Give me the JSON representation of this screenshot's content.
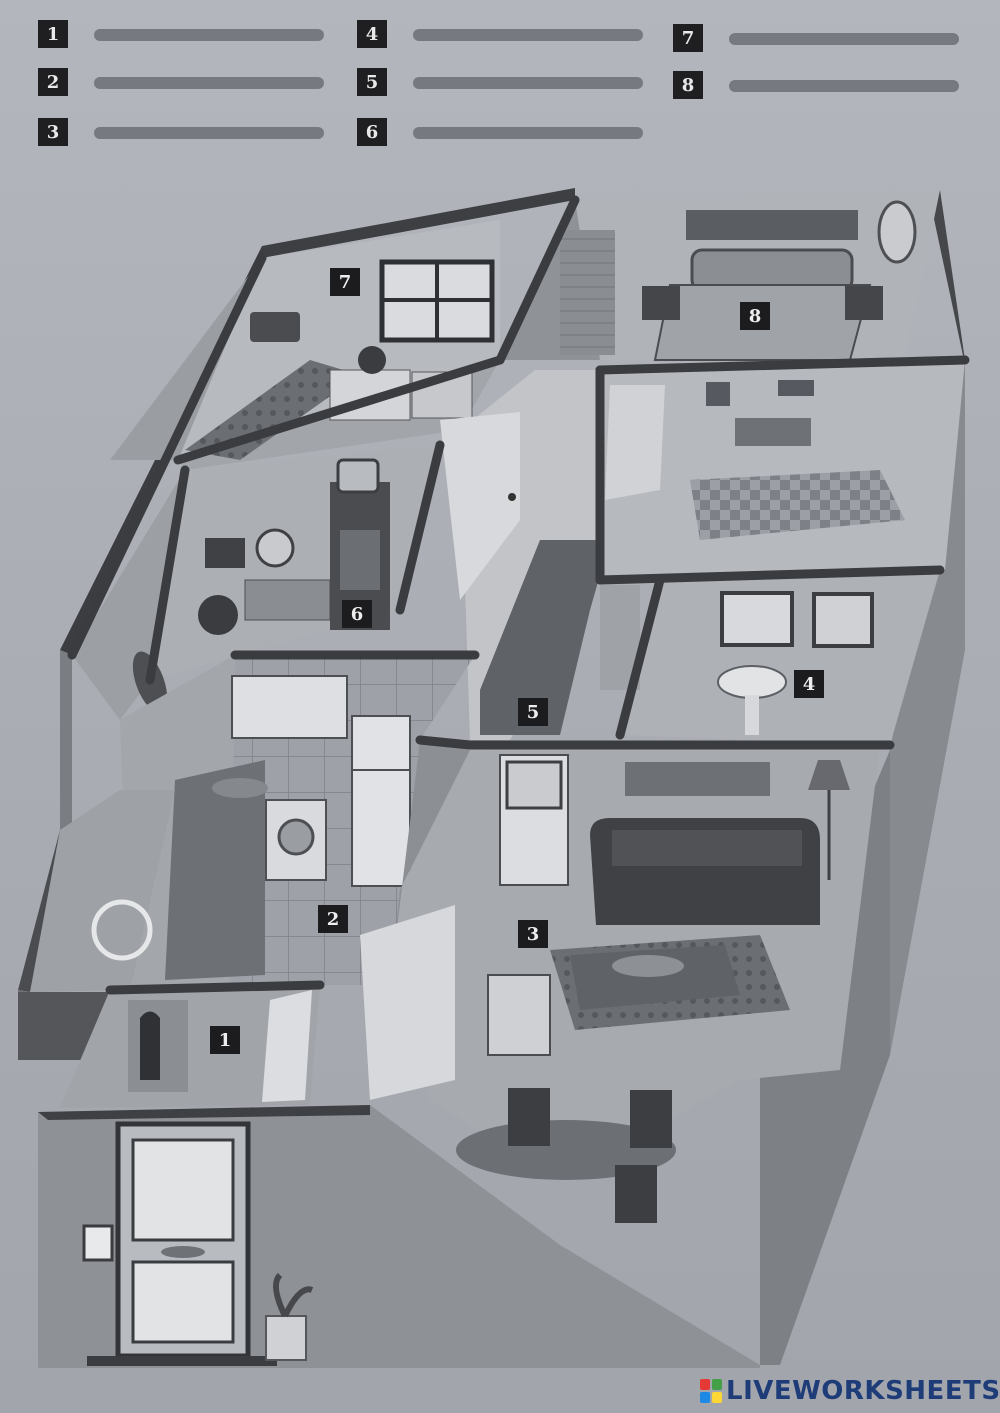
{
  "answers": [
    {
      "number": "1",
      "value": ""
    },
    {
      "number": "2",
      "value": ""
    },
    {
      "number": "3",
      "value": ""
    },
    {
      "number": "4",
      "value": ""
    },
    {
      "number": "5",
      "value": ""
    },
    {
      "number": "6",
      "value": ""
    },
    {
      "number": "7",
      "value": ""
    },
    {
      "number": "8",
      "value": ""
    }
  ],
  "room_labels": {
    "r1": "1",
    "r2": "2",
    "r3": "3",
    "r4": "4",
    "r5": "5",
    "r6": "6",
    "r7": "7",
    "r8": "8"
  },
  "brand": {
    "name": "LIVEWORKSHEETS",
    "logo_letters": [
      "L",
      "I",
      "V",
      "E"
    ],
    "colors": [
      "#e53935",
      "#43a047",
      "#1e88e5",
      "#fdd835"
    ]
  }
}
